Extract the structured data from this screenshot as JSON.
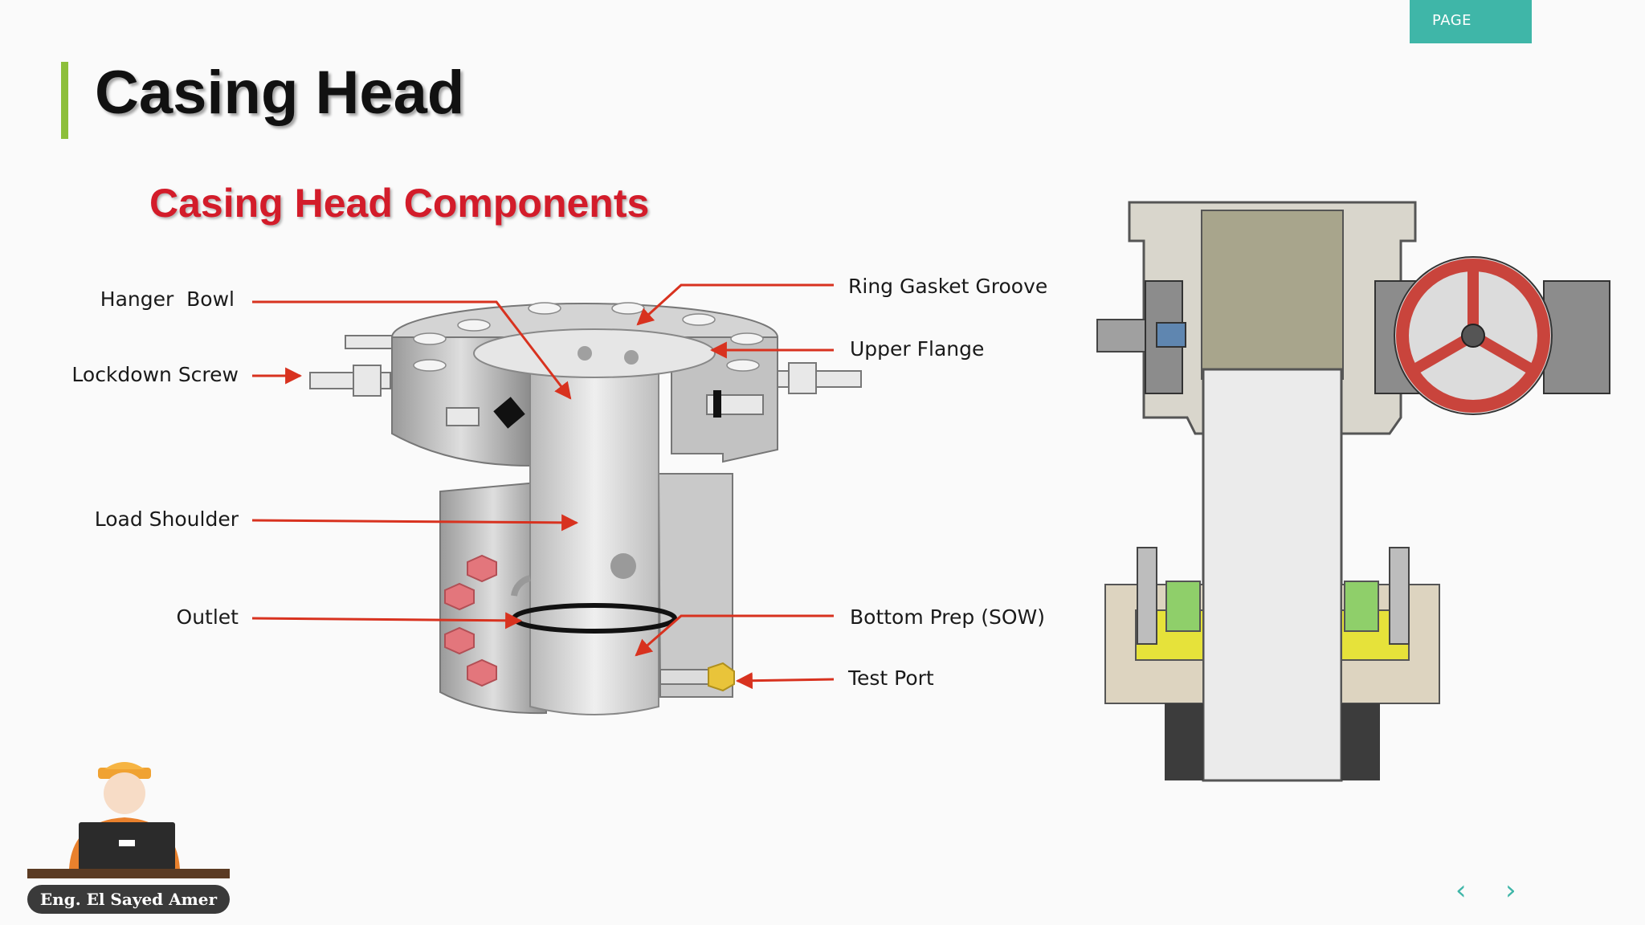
{
  "header": {
    "page_tab": "PAGE"
  },
  "slide": {
    "title": "Casing Head",
    "subtitle": "Casing Head Components"
  },
  "labels": {
    "hanger_bowl": "Hanger  Bowl",
    "lockdown_screw": "Lockdown Screw",
    "load_shoulder": "Load Shoulder",
    "outlet": "Outlet",
    "ring_gasket_groove": "Ring Gasket Groove",
    "upper_flange": "Upper Flange",
    "bottom_prep": "Bottom Prep (SOW)",
    "test_port": "Test Port"
  },
  "footer": {
    "author": "Eng. El Sayed Amer"
  },
  "nav": {
    "prev": "‹",
    "next": "›"
  },
  "colors": {
    "accent_teal": "#3fb6a8",
    "accent_green": "#8dbf3b",
    "subtitle_red": "#d31c2a",
    "leader_red": "#d8321f"
  },
  "icons": [
    "chevron-left-icon",
    "chevron-right-icon",
    "engineer-avatar-icon"
  ]
}
